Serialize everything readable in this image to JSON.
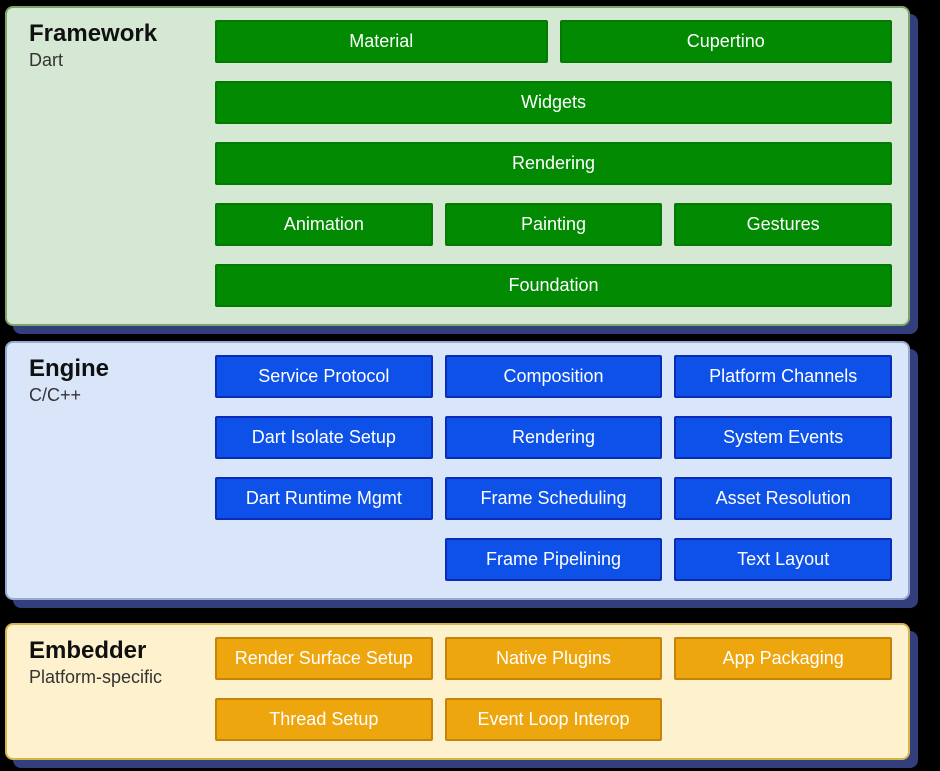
{
  "colors": {
    "page_bg": "#000000",
    "shadow": "#333f7d"
  },
  "sections": [
    {
      "id": "framework",
      "title": "Framework",
      "subtitle": "Dart",
      "bg": "#d5e8d4",
      "border": "#7ea36c",
      "button_bg": "#028a02",
      "button_border": "#047a04",
      "button_text": "#ffffff",
      "rows": [
        [
          "Material",
          "Cupertino"
        ],
        [
          "Widgets"
        ],
        [
          "Rendering"
        ],
        [
          "Animation",
          "Painting",
          "Gestures"
        ],
        [
          "Foundation"
        ]
      ]
    },
    {
      "id": "engine",
      "title": "Engine",
      "subtitle": "C/C++",
      "bg": "#d9e6fa",
      "border": "#97a9d1",
      "button_bg": "#0d51e8",
      "button_border": "#0a2cb8",
      "button_text": "#ffffff",
      "rows": [
        [
          "Service Protocol",
          "Composition",
          "Platform Channels"
        ],
        [
          "Dart Isolate Setup",
          "Rendering",
          "System Events"
        ],
        [
          "Dart Runtime Mgmt",
          "Frame Scheduling",
          "Asset Resolution"
        ],
        [
          null,
          "Frame Pipelining",
          "Text Layout"
        ]
      ]
    },
    {
      "id": "embedder",
      "title": "Embedder",
      "subtitle": "Platform-specific",
      "bg": "#fdf2cd",
      "border": "#d5b44c",
      "button_bg": "#eda60e",
      "button_border": "#c5830a",
      "button_text": "#ffffff",
      "rows": [
        [
          "Render Surface Setup",
          "Native Plugins",
          "App Packaging"
        ],
        [
          "Thread Setup",
          "Event Loop Interop",
          null
        ]
      ]
    }
  ]
}
